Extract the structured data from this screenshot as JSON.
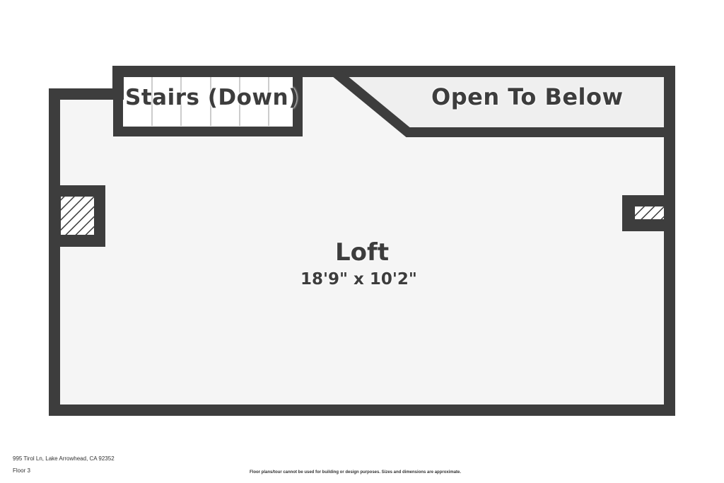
{
  "rooms": {
    "stairs": {
      "label": "Stairs (Down)"
    },
    "open_to_below": {
      "label": "Open To Below"
    },
    "loft": {
      "name": "Loft",
      "dimensions": "18'9\" x 10'2\""
    }
  },
  "footer": {
    "address": "995 Tirol Ln, Lake Arrowhead, CA 92352",
    "floor": "Floor 3",
    "disclaimer": "Floor plans/tour cannot be used for building or design purposes. Sizes and dimensions are approximate."
  },
  "colors": {
    "wall": "#3d3d3d",
    "floor": "#f5f5f5",
    "open_area": "#efefef",
    "background": "#ffffff"
  }
}
